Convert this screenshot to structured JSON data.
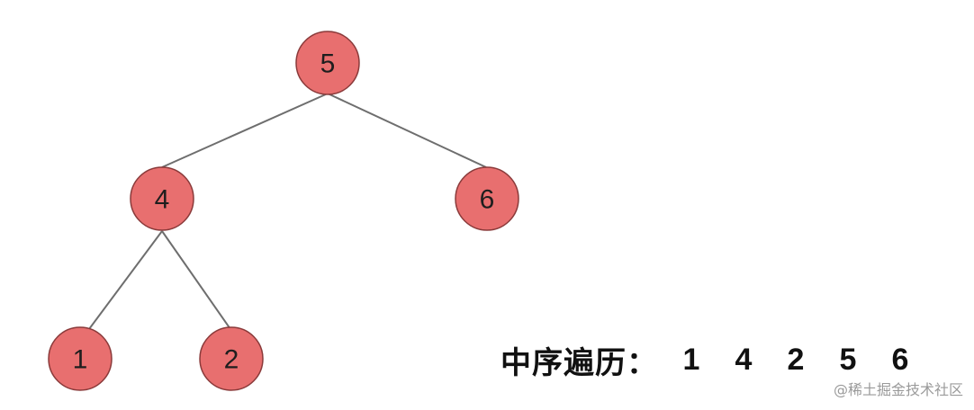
{
  "tree": {
    "nodes": [
      {
        "id": "n5",
        "label": "5"
      },
      {
        "id": "n4",
        "label": "4"
      },
      {
        "id": "n6",
        "label": "6"
      },
      {
        "id": "n1",
        "label": "1"
      },
      {
        "id": "n2",
        "label": "2"
      }
    ],
    "edges": [
      {
        "from": "n5",
        "to": "n4"
      },
      {
        "from": "n5",
        "to": "n6"
      },
      {
        "from": "n4",
        "to": "n1"
      },
      {
        "from": "n4",
        "to": "n2"
      }
    ],
    "colors": {
      "node_fill": "#e86f6f",
      "node_stroke": "#8a3a3a",
      "edge": "#6e6e6e",
      "label": "#1e1e1e"
    }
  },
  "traversal": {
    "label": "中序遍历：",
    "values": [
      "1",
      "4",
      "2",
      "5",
      "6"
    ]
  },
  "watermark": "@稀土掘金技术社区"
}
